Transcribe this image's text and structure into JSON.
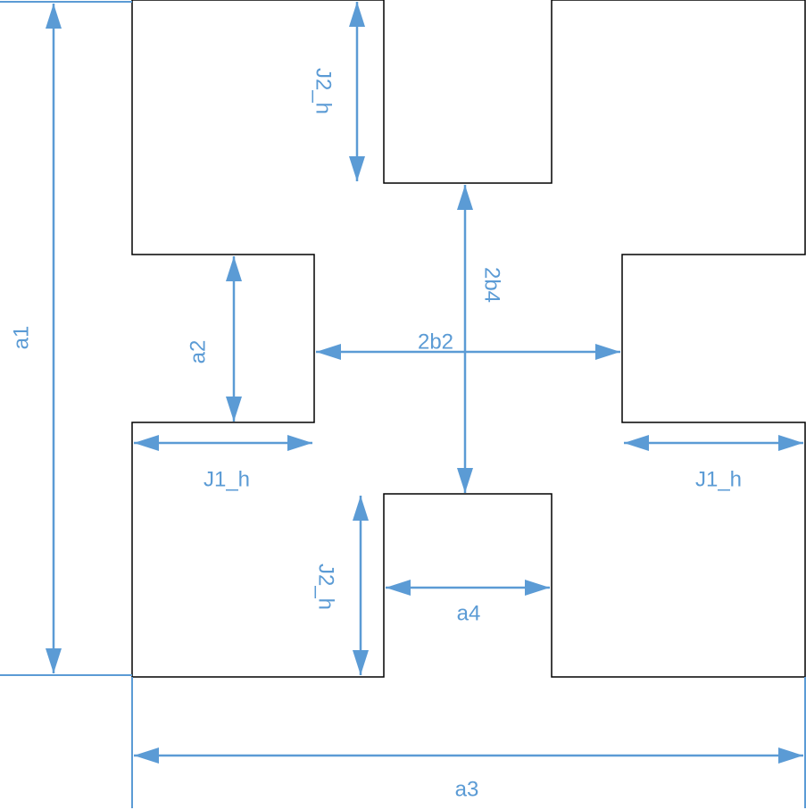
{
  "colors": {
    "outline": "#000000",
    "dimension": "#5B9BD5",
    "background": "#ffffff"
  },
  "shape": {
    "description": "H-shaped cross-section outline"
  },
  "labels": {
    "a1": "a1",
    "a2": "a2",
    "a3": "a3",
    "a4": "a4",
    "b2": "2b2",
    "b4": "2b4",
    "j1_h_left": "J1_h",
    "j1_h_right": "J1_h",
    "j2_h_top": "J2_h",
    "j2_h_bottom": "J2_h"
  },
  "arrow_style": "double-headed filled triangles"
}
